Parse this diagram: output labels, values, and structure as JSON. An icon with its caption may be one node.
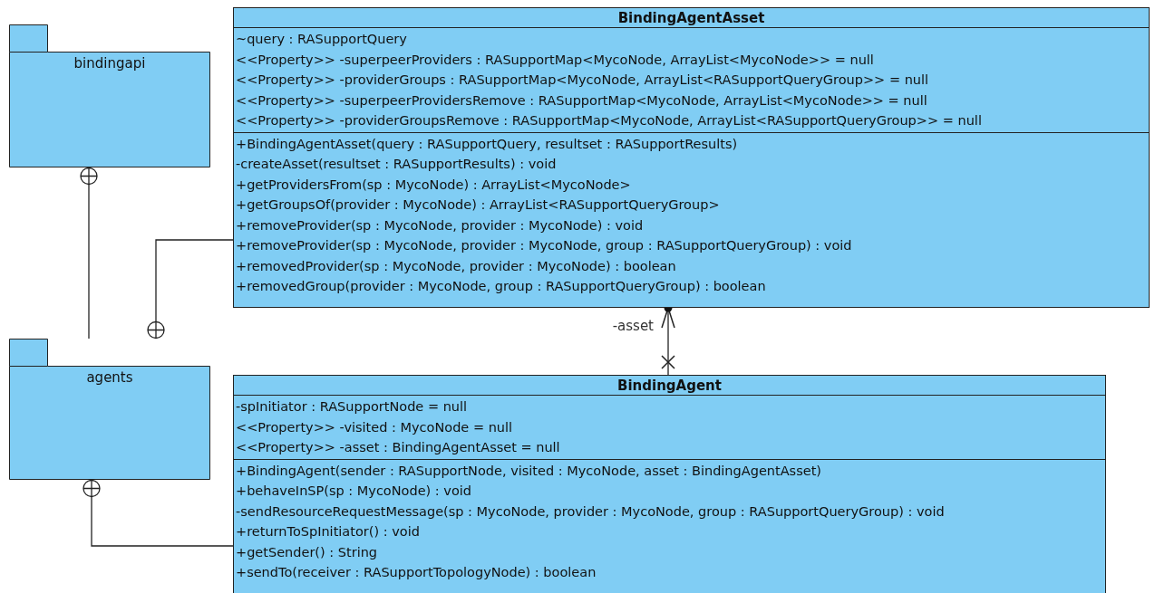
{
  "diagram": {
    "nodes": [
      {
        "text": [
          "bindingapi"
        ]
      },
      {
        "text": [
          "agents"
        ]
      },
      {
        "text": [
          "BindingAgentAsset",
          "~query : RASupportQuery",
          "<<Property>> -superpeerProviders : RASupportMap<MycoNode, ArrayList<MycoNode>> = null",
          "<<Property>> -providerGroups : RASupportMap<MycoNode, ArrayList<RASupportQueryGroup>> = null",
          "<<Property>> -superpeerProvidersRemove : RASupportMap<MycoNode, ArrayList<MycoNode>> = null",
          "<<Property>> -providerGroupsRemove : RASupportMap<MycoNode, ArrayList<RASupportQueryGroup>> = null",
          "+BindingAgentAsset(query : RASupportQuery, resultset : RASupportResults)",
          "-createAsset(resultset : RASupportResults) : void",
          "+getProvidersFrom(sp : MycoNode) : ArrayList<MycoNode>",
          "+getGroupsOf(provider : MycoNode) : ArrayList<RASupportQueryGroup>",
          "+removeProvider(sp : MycoNode, provider : MycoNode) : void",
          "+removeProvider(sp : MycoNode, provider : MycoNode, group : RASupportQueryGroup) : void",
          "+removedProvider(sp : MycoNode, provider : MycoNode) : boolean",
          "+removedGroup(provider : MycoNode, group : RASupportQueryGroup) : boolean"
        ]
      },
      {
        "text": [
          "BindingAgent",
          "-spInitiator : RASupportNode = null",
          "<<Property>> -visited : MycoNode = null",
          "<<Property>> -asset : BindingAgentAsset = null",
          "+BindingAgent(sender : RASupportNode, visited : MycoNode, asset : BindingAgentAsset)",
          "+behaveInSP(sp : MycoNode) : void",
          "-sendResourceRequestMessage(sp : MycoNode, provider : MycoNode, group : RASupportQueryGroup) : void",
          "+returnToSpInitiator() : void",
          "+getSender() : String",
          "+sendTo(receiver : RASupportTopologyNode) : boolean"
        ]
      }
    ],
    "edges": [
      {
        "from": 1,
        "to": 0,
        "arrow": "other"
      },
      {
        "from": 2,
        "to": 1,
        "arrow": "other"
      },
      {
        "from": 3,
        "to": 1,
        "arrow": "other"
      },
      {
        "from": 3,
        "to": 2,
        "arrow": "to",
        "label": "-asset"
      }
    ]
  }
}
